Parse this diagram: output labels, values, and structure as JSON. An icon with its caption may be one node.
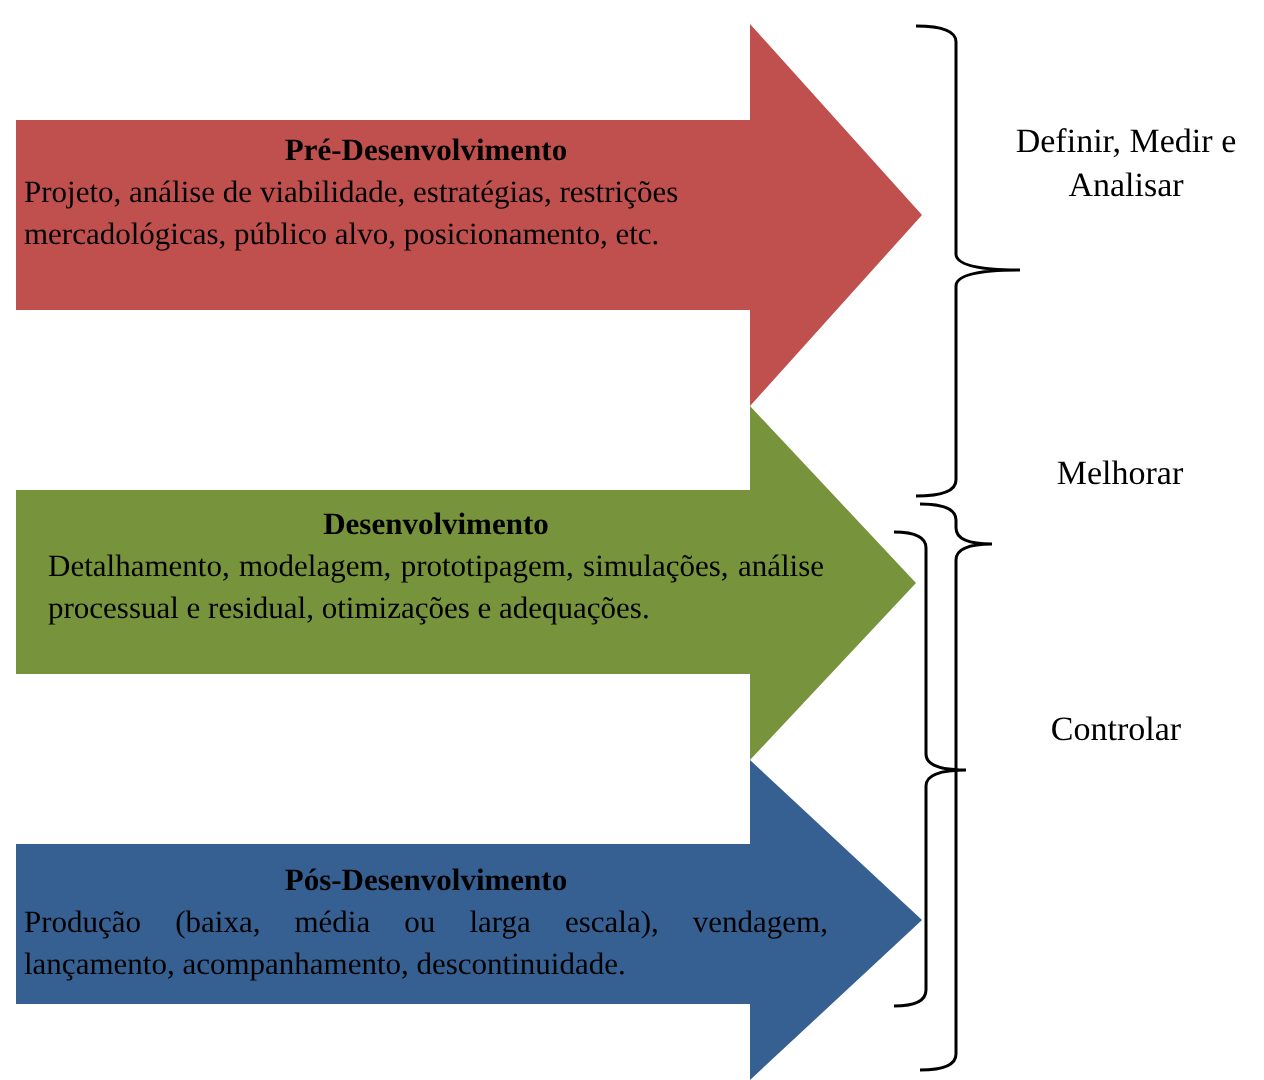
{
  "diagram": {
    "nodes": [
      {
        "text": [
          "Pré-Desenvolvimento",
          "Projeto, análise de viabilidade, estratégias, restrições mercadológicas, público alvo, posicionamento, etc."
        ]
      },
      {
        "text": [
          "Desenvolvimento",
          "Detalhamento, modelagem, prototipagem, simulações, análise processual e residual, otimizações e adequações."
        ]
      },
      {
        "text": [
          "Pós-Desenvolvimento",
          "Produção (baixa, média ou larga escala), vendagem, lançamento, acompanhamento, descontinuidade."
        ]
      }
    ],
    "labels": [
      "Definir, Medir e Analisar",
      "Melhorar",
      "Controlar"
    ]
  }
}
